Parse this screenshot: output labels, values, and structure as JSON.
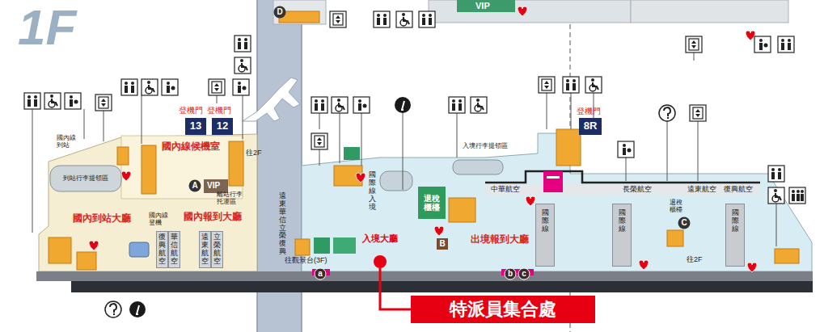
{
  "diagram": {
    "title": "1F",
    "nodes": [
      {
        "text": [
          "13"
        ]
      },
      {
        "text": [
          "12"
        ]
      },
      {
        "text": [
          "8R"
        ]
      },
      {
        "text": [
          "退稅櫃檯"
        ]
      },
      {
        "text": [
          "復興航空"
        ]
      },
      {
        "text": [
          "華信航空"
        ]
      },
      {
        "text": [
          "遠東航空"
        ]
      },
      {
        "text": [
          "立榮航空"
        ]
      },
      {
        "text": [
          "國際線"
        ]
      },
      {
        "text": [
          "國際線"
        ]
      },
      {
        "text": [
          "國際線"
        ]
      },
      {
        "text": [
          "入境大廳"
        ]
      },
      {
        "text": [
          "特派員集合處"
        ]
      }
    ],
    "edges": [
      {
        "from": 11,
        "to": 12,
        "arrow": "none"
      }
    ],
    "labels": [
      "D",
      "VIP",
      "登機門",
      "登機門",
      "登機門",
      "國內線 到站",
      "國內線候機室",
      "往2F",
      "入境行李提領區",
      "到站行李提領區",
      "A",
      "VIP",
      "國際線入境",
      "中華航空",
      "長榮航空",
      "遠東航空",
      "復興航空",
      "離站行李 托運區",
      "遠東華信立榮復興",
      "國內線 登機",
      "國內報到大廳",
      "國內到站大廳",
      "C",
      "退稅櫃檯",
      "B",
      "出境報到大廳",
      "往觀景台(3F)",
      "往2F",
      "a",
      "b",
      "c"
    ]
  }
}
